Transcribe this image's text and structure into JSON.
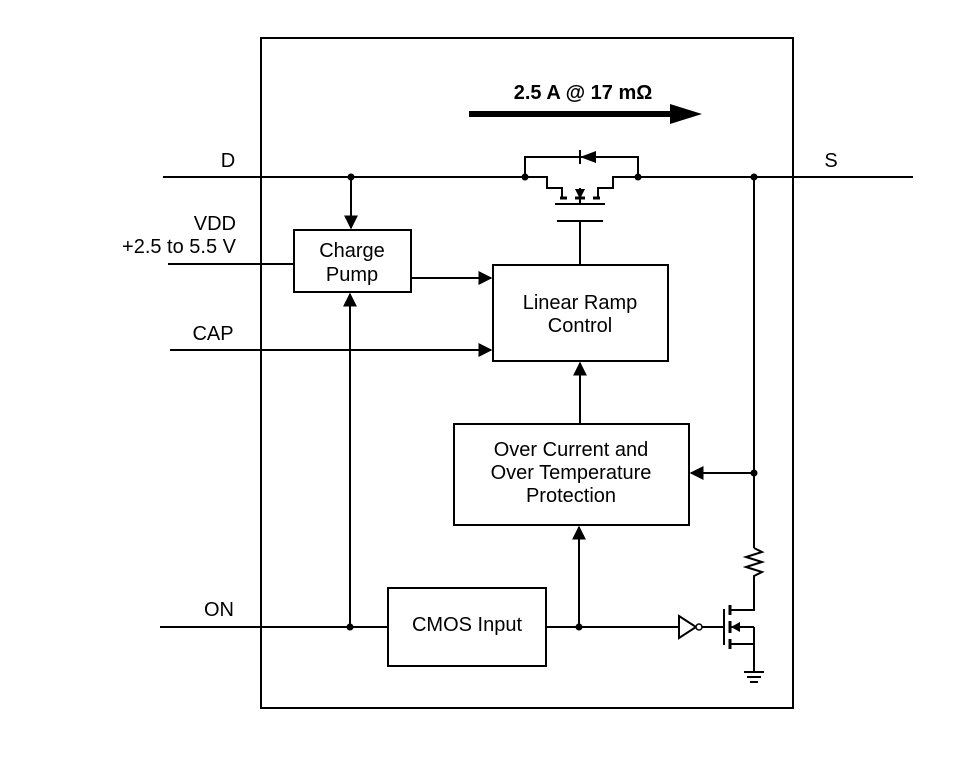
{
  "current_label": "2.5 A @ 17 mΩ",
  "pins": {
    "d": "D",
    "s": "S",
    "vdd": "VDD",
    "vdd_range": "+2.5 to 5.5 V",
    "cap": "CAP",
    "on": "ON"
  },
  "blocks": {
    "charge_pump": [
      "Charge",
      "Pump"
    ],
    "linear_ramp": [
      "Linear Ramp",
      "Control"
    ],
    "protection": [
      "Over Current and",
      "Over Temperature",
      "Protection"
    ],
    "cmos_input": "CMOS Input"
  }
}
